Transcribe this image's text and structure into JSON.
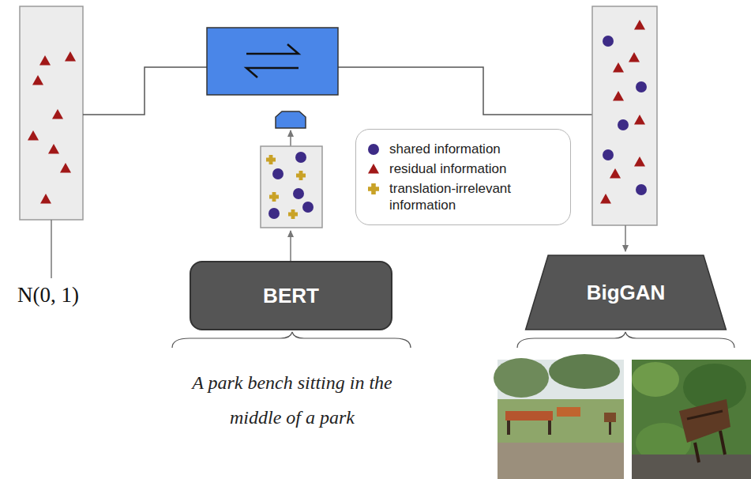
{
  "diagram": {
    "nodes": [
      {
        "text": [
          "BERT"
        ]
      },
      {
        "text": [
          "BigGAN"
        ]
      }
    ],
    "labels": [
      "N(0, 1)",
      "A park bench sitting in the middle of a park"
    ],
    "legend": [
      {
        "text": "shared information"
      },
      {
        "text": "residual information"
      },
      {
        "text": "translation-irrelevant information"
      }
    ]
  }
}
